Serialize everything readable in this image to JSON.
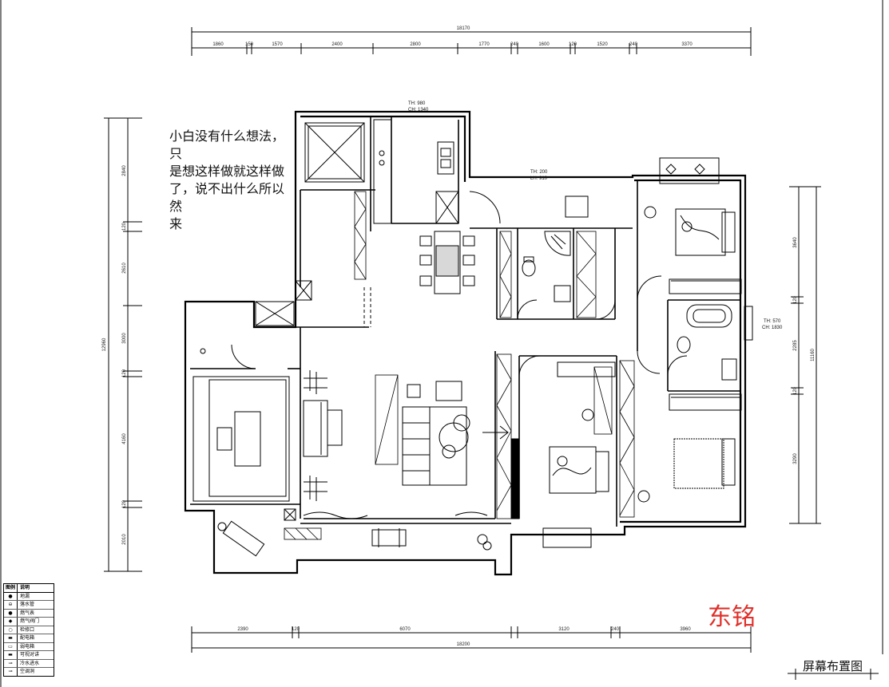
{
  "note": {
    "lines": [
      "小白没有什么想法，只",
      "是想这样做就这样做",
      "了，说不出什么所以然",
      "来"
    ]
  },
  "brand": "东铭",
  "sheet_title": "屏幕布置图",
  "dimensions": {
    "top_total": "18170",
    "top_segments": [
      "1860",
      "150",
      "1570",
      "2400",
      "2800",
      "1770",
      "240",
      "1600",
      "120",
      "1520",
      "240",
      "3370"
    ],
    "bottom_total": "18200",
    "bottom_segments": [
      "2390",
      "120",
      "6070",
      "3120",
      "240",
      "3960"
    ],
    "left_total": "12960",
    "left_segments": [
      "2840",
      "120",
      "2610",
      "3000",
      "120",
      "4160",
      "120",
      "2010"
    ],
    "right_total": "11160",
    "right_segments": [
      "3640",
      "120",
      "2285",
      "120",
      "3290"
    ]
  },
  "room_tags": {
    "kitchen": [
      "TH: 980",
      "CH: 1340"
    ],
    "corridor": [
      "TH: 200",
      "LH: 910"
    ],
    "bath": [
      "TH: 570",
      "CH: 1830"
    ]
  },
  "legend": {
    "header": [
      "图例",
      "说明"
    ],
    "rows": [
      {
        "symbol": "●",
        "label": "地漏"
      },
      {
        "symbol": "⊖",
        "label": "落水管"
      },
      {
        "symbol": "●",
        "label": "燃气表"
      },
      {
        "symbol": "◆",
        "label": "燃气阀门"
      },
      {
        "symbol": "○",
        "label": "检修口"
      },
      {
        "symbol": "▬",
        "label": "配电箱"
      },
      {
        "symbol": "▭",
        "label": "弱电箱"
      },
      {
        "symbol": "▬",
        "label": "可视对讲"
      },
      {
        "symbol": "⊸",
        "label": "冷水进水"
      },
      {
        "symbol": "⊸",
        "label": "空调洞"
      }
    ]
  }
}
